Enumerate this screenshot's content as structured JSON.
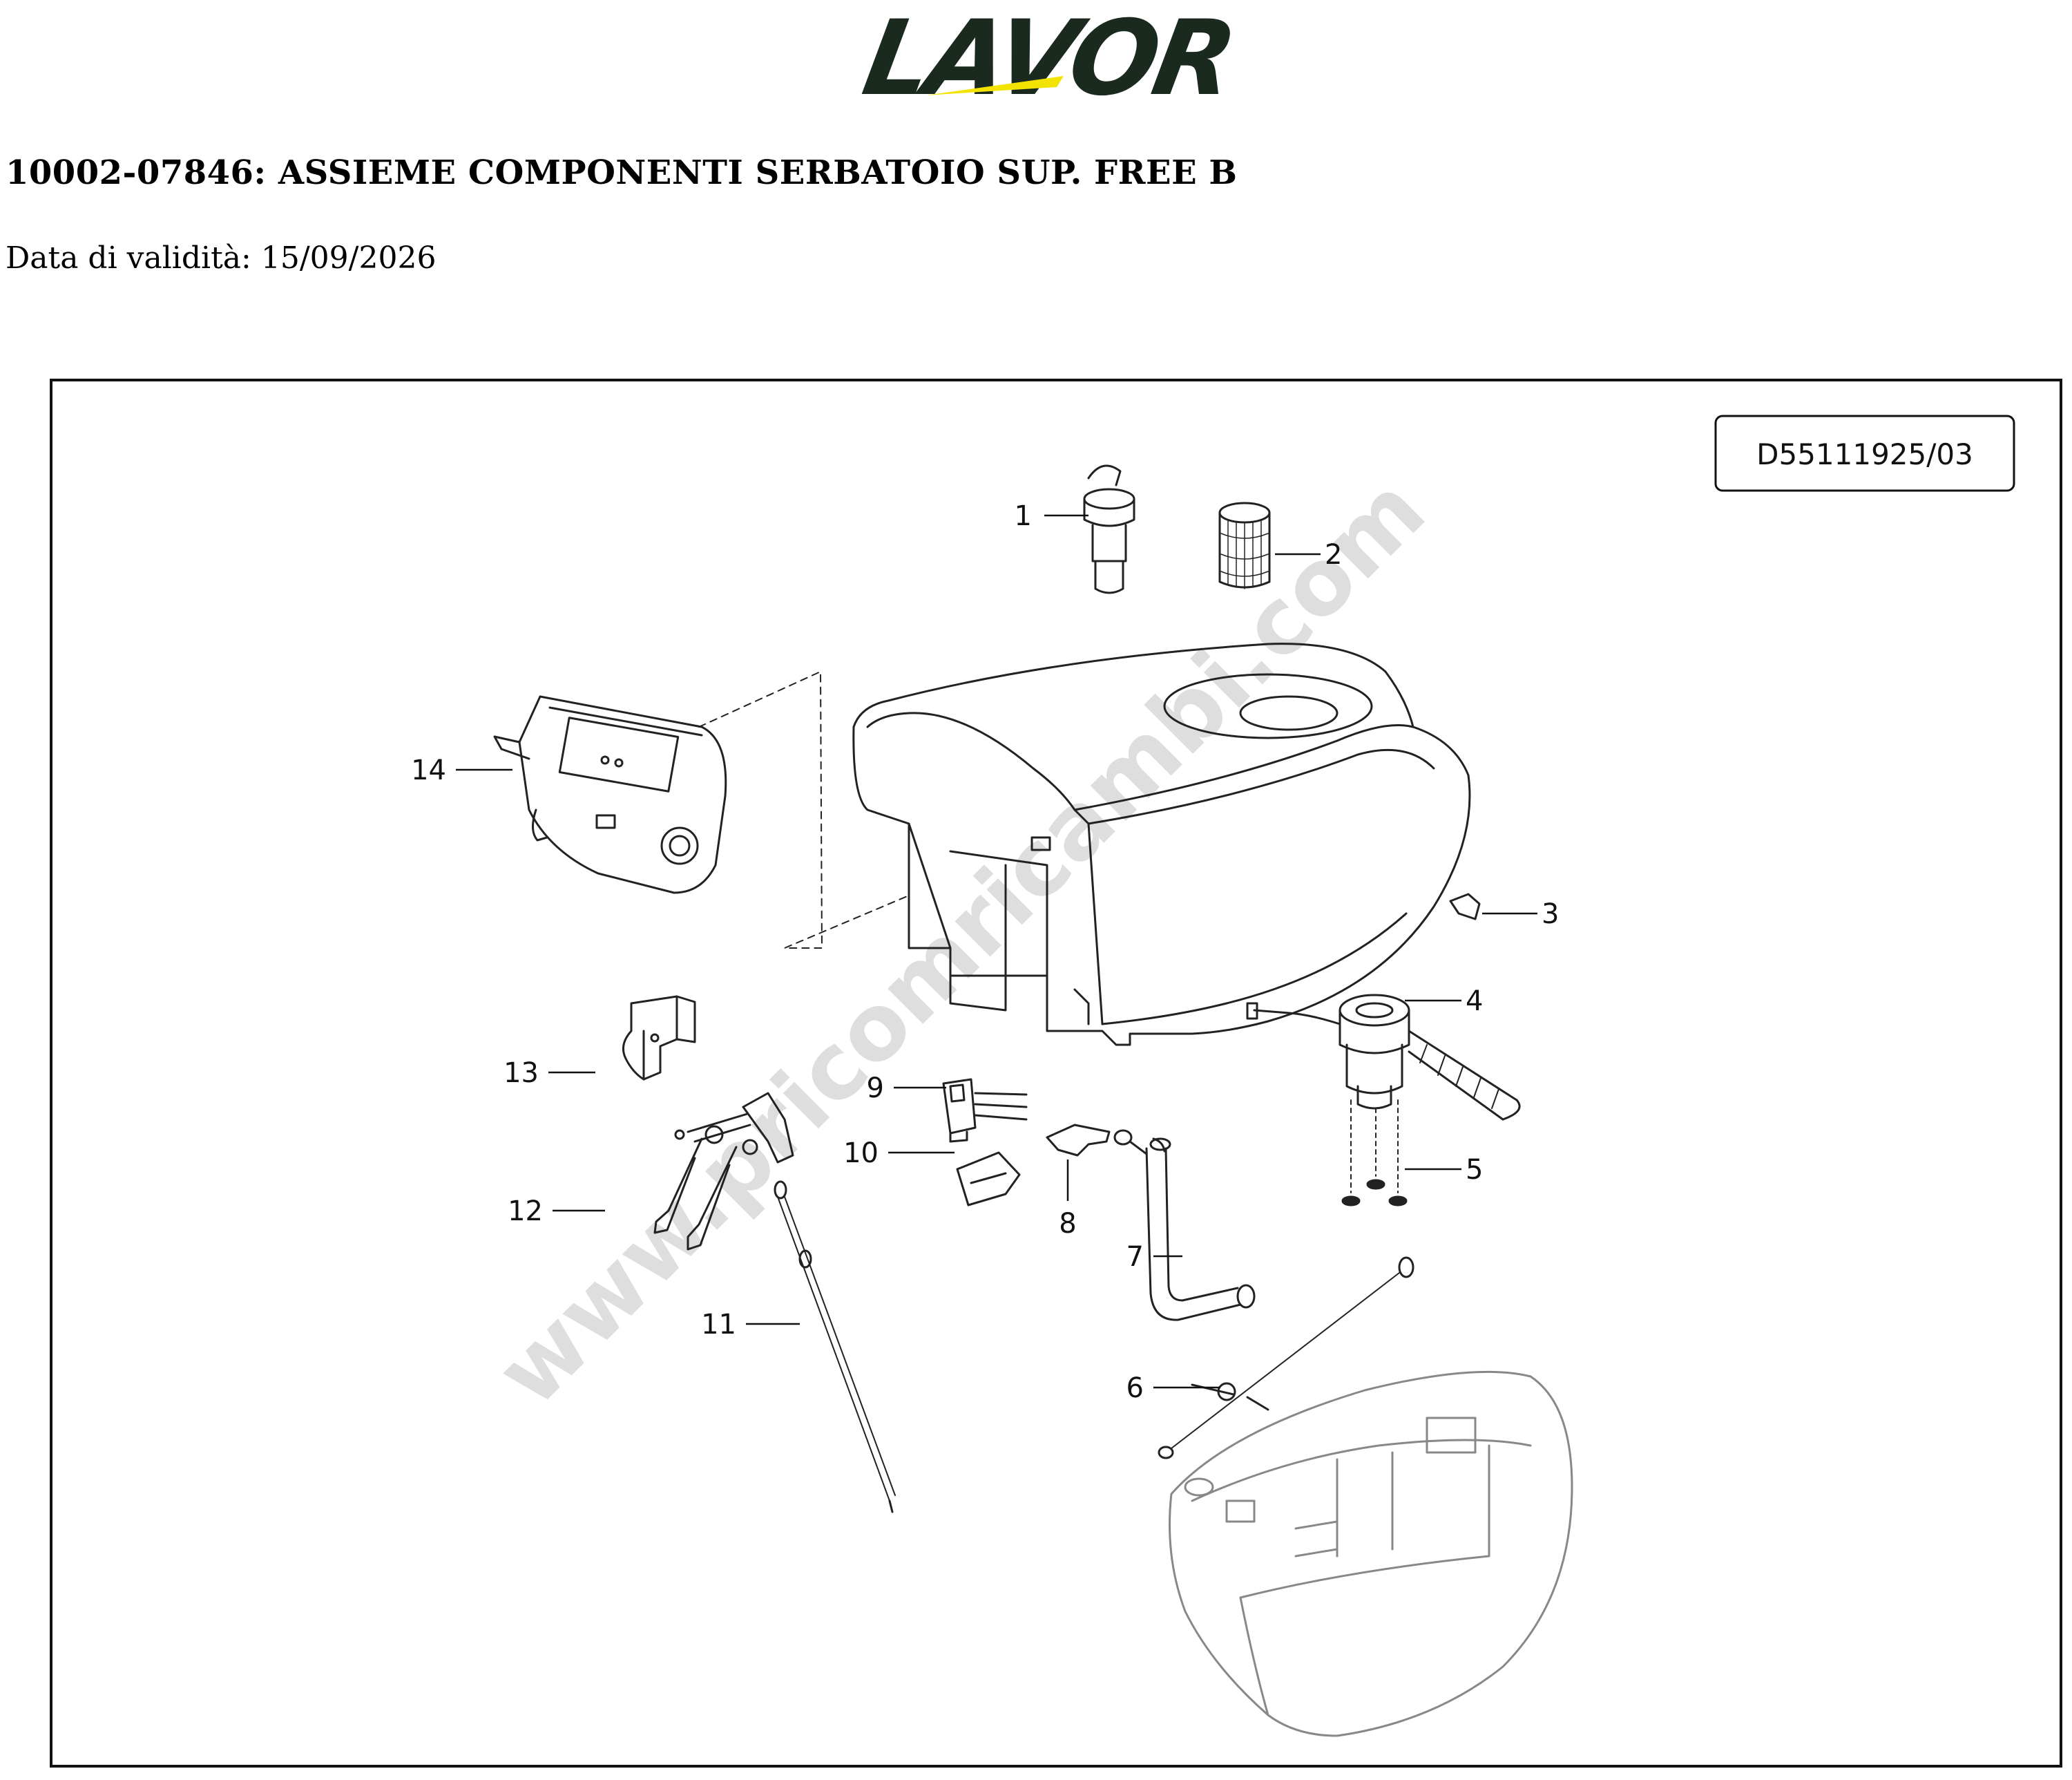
{
  "brand": {
    "logo_text": "LAVOR",
    "logo_color": "#1b2a1f",
    "accent_color": "#f3e300"
  },
  "document": {
    "title": "10002-07846: ASSIEME COMPONENTI SERBATOIO SUP. FREE B",
    "validity": "Data di validità: 15/09/2026"
  },
  "diagram": {
    "drawing_code": "D55111925/03",
    "watermark": "www.pricomricambi.com",
    "callouts": [
      {
        "label": "1"
      },
      {
        "label": "2"
      },
      {
        "label": "3"
      },
      {
        "label": "4"
      },
      {
        "label": "5"
      },
      {
        "label": "6"
      },
      {
        "label": "7"
      },
      {
        "label": "8"
      },
      {
        "label": "9"
      },
      {
        "label": "10"
      },
      {
        "label": "11"
      },
      {
        "label": "12"
      },
      {
        "label": "13"
      },
      {
        "label": "14"
      }
    ]
  }
}
